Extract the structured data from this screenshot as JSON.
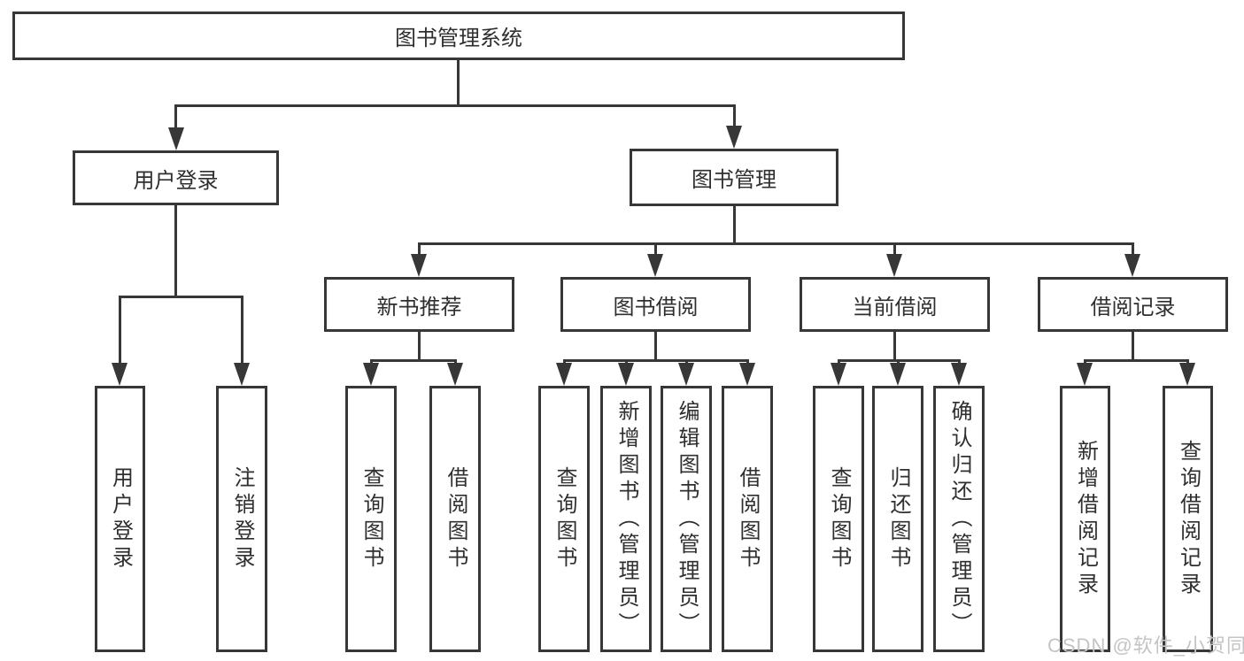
{
  "diagram": {
    "title": "图书管理系统",
    "type": "hierarchy-tree",
    "colors": {
      "line": "#373737",
      "text": "#2f2f2f",
      "background": "#ffffff",
      "watermark": "#c4c4c6"
    },
    "watermark": "CSDN @软件_小贺同学"
  },
  "tree": {
    "label": "图书管理系统",
    "children": [
      {
        "label": "用户登录",
        "children": [
          {
            "label": "用户登录"
          },
          {
            "label": "注销登录"
          }
        ]
      },
      {
        "label": "图书管理",
        "children": [
          {
            "label": "新书推荐",
            "children": [
              {
                "label": "查询图书"
              },
              {
                "label": "借阅图书"
              }
            ]
          },
          {
            "label": "图书借阅",
            "children": [
              {
                "label": "查询图书"
              },
              {
                "label": "新增图书（管理员）"
              },
              {
                "label": "编辑图书（管理员）"
              },
              {
                "label": "借阅图书"
              }
            ]
          },
          {
            "label": "当前借阅",
            "children": [
              {
                "label": "查询图书"
              },
              {
                "label": "归还图书"
              },
              {
                "label": "确认归还（管理员）"
              }
            ]
          },
          {
            "label": "借阅记录",
            "children": [
              {
                "label": "新增借阅记录"
              },
              {
                "label": "查询借阅记录"
              }
            ]
          }
        ]
      }
    ]
  }
}
